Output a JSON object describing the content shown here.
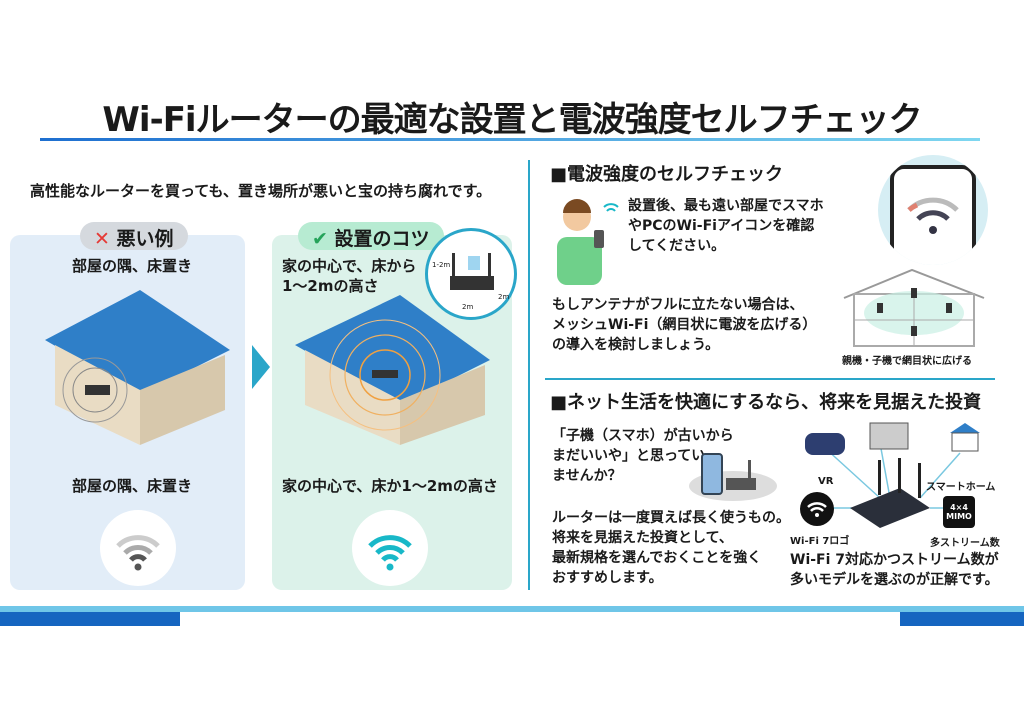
{
  "title": "Wi-Fiルーターの最適な設置と電波強度セルフチェック",
  "subtitle": "高性能なルーターを買っても、置き場所が悪いと宝の持ち腐れです。",
  "bad": {
    "badge": "悪い例",
    "caption_top": "部屋の隅、床置き",
    "caption_bottom": "部屋の隅、床置き"
  },
  "good": {
    "badge": "設置のコツ",
    "caption_top_1": "家の中心で、床から",
    "caption_top_2": "1〜2mの高さ",
    "caption_bottom": "家の中心で、床か1〜2mの高さ",
    "dim_height": "1-2m",
    "dim_width": "2m",
    "dim_depth": "2m"
  },
  "check": {
    "heading": "■電波強度のセルフチェック",
    "text_1": "設置後、最も遠い部屋でスマホ",
    "text_2": "やPCのWi-Fiアイコンを確認",
    "text_3": "してください。",
    "mesh_1": "もしアンテナがフルに立たない場合は、",
    "mesh_2": "メッシュWi-Fi（網目状に電波を広げる）",
    "mesh_3": "の導入を検討しましょう。",
    "mesh_caption": "親機・子機で網目状に広げる"
  },
  "invest": {
    "heading": "■ネット生活を快適にするなら、将来を見据えた投資",
    "q_1": "「子機（スマホ）が古いから",
    "q_2": "まだいいや」と思ってい",
    "q_3": "ませんか？",
    "a_1": "ルーターは一度買えば長く使うもの。",
    "a_2": "将来を見据えた投資として、",
    "a_3": "最新規格を選んでおくことを強く",
    "a_4": "おすすめします。",
    "label_vr": "VR",
    "label_home": "スマートホーム",
    "label_wifi7": "Wi-Fi 7ロゴ",
    "label_streams": "多ストリーム数",
    "mimo_1": "4×4",
    "mimo_2": "MIMO",
    "concl_1": "Wi-Fi 7対応かつストリーム数が",
    "concl_2": "多いモデルを選ぶのが正解です。"
  },
  "colors": {
    "accent": "#1e8fd0",
    "good": "#25b07a",
    "bad": "#e53935"
  }
}
